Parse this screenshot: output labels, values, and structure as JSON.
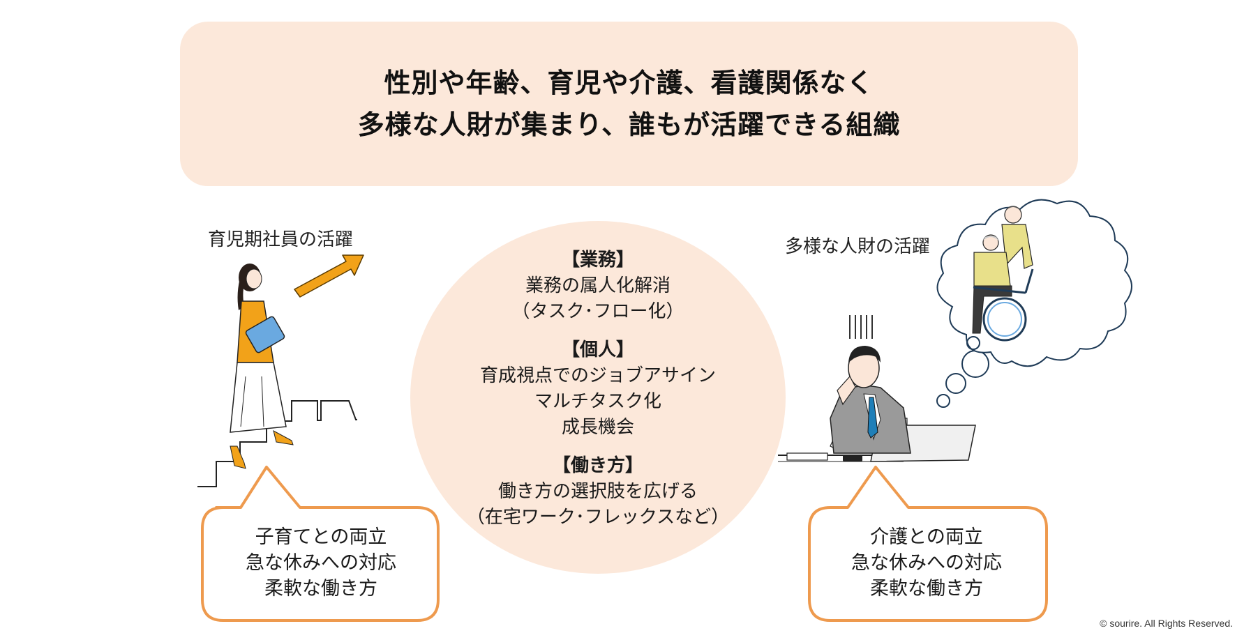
{
  "banner": {
    "line1": "性別や年齢、育児や介護、看護関係なく",
    "line2": "多様な人財が集まり、誰もが活躍できる組織"
  },
  "left": {
    "label": "育児期社員の活躍",
    "bubble": [
      "子育てとの両立",
      "急な休みへの対応",
      "柔軟な働き方"
    ]
  },
  "right": {
    "label": "多様な人財の活躍",
    "bubble": [
      "介護との両立",
      "急な休みへの対応",
      "柔軟な働き方"
    ]
  },
  "center": {
    "groups": [
      {
        "heading": "【業務】",
        "lines": [
          "業務の属人化解消",
          "（タスク･フロー化）"
        ]
      },
      {
        "heading": "【個人】",
        "lines": [
          "育成視点でのジョブアサイン",
          "マルチタスク化",
          "成長機会"
        ]
      },
      {
        "heading": "【働き方】",
        "lines": [
          "働き方の選択肢を広げる",
          "（在宅ワーク･フレックスなど）"
        ]
      }
    ]
  },
  "copyright": "© sourire. All Rights Reserved.",
  "colors": {
    "banner_bg": "#fce8da",
    "circle_bg": "#fce8da",
    "bubble_border": "#ee9a4e",
    "arrow": "#f2a219",
    "accent_orange": "#f2a219",
    "tie_blue": "#1f7fb8",
    "shirt_yellow": "#e8e08a"
  }
}
